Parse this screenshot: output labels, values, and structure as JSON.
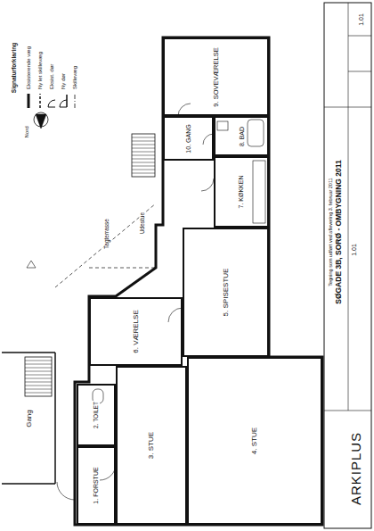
{
  "diagram": {
    "title": "SØGADE 3B, SORØ - OMBYGNING 2011",
    "nodes": [
      {
        "text": [
          "1. FORSTUE"
        ]
      },
      {
        "text": [
          "2. TOILET"
        ]
      },
      {
        "text": [
          "3. STUE"
        ]
      },
      {
        "text": [
          "4. STUE"
        ]
      },
      {
        "text": [
          "5. SPISESTUE"
        ]
      },
      {
        "text": [
          "6. VÆRELSE"
        ]
      },
      {
        "text": [
          "7. KØKKEN"
        ]
      },
      {
        "text": [
          "8. BAD"
        ]
      },
      {
        "text": [
          "9. SOVEVÆRELSE"
        ]
      },
      {
        "text": [
          "10. GANG"
        ]
      },
      {
        "text": [
          "Gang"
        ]
      }
    ],
    "labels": [
      "Signaturforklaring",
      "Nord",
      "Udestue",
      "Tagterrasse",
      "Tegning som udført ved aflevering 3. februar 2011",
      "ARKIPLUS",
      "1.01",
      "1.01"
    ],
    "legend": [
      {
        "text": "Eksisterende væg"
      },
      {
        "text": "Ny let skillevæg"
      },
      {
        "text": "Eksist. dør"
      },
      {
        "text": "Ny dør"
      },
      {
        "text": "Skillevæg"
      }
    ]
  }
}
